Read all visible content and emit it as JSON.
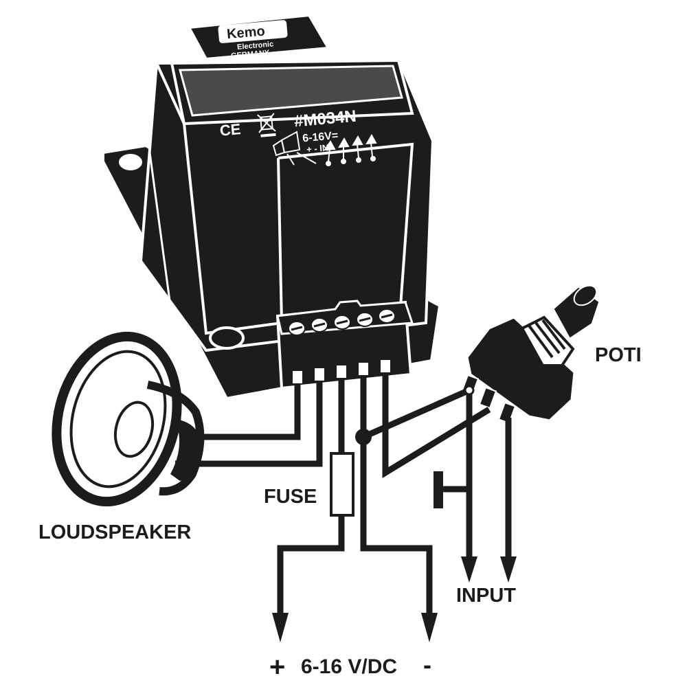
{
  "module": {
    "brand": "Kemo",
    "brand_sub": "Electronic",
    "brand_country": "GERMANY",
    "model": "#M034N",
    "ce_mark": "CE",
    "voltage_spec": "6-16V=",
    "pin_legend": "+  -   IN"
  },
  "labels": {
    "poti": "POTI",
    "loudspeaker": "LOUDSPEAKER",
    "fuse": "FUSE",
    "input": "INPUT",
    "supply_plus": "+",
    "supply": "6-16 V/DC",
    "supply_minus": "-"
  },
  "colors": {
    "ink": "#1c1c1c",
    "paper": "#ffffff",
    "label_grey": "#3a3a3a"
  }
}
